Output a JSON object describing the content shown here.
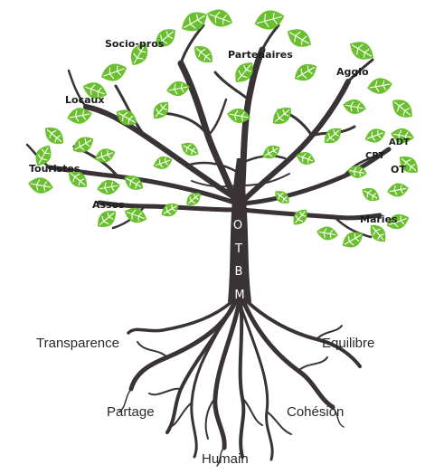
{
  "tree": {
    "trunk_letters": [
      "O",
      "T",
      "B",
      "M"
    ],
    "branches": [
      "Socio-pros",
      "Partenaires",
      "Agglo",
      "Locaux",
      "ADT",
      "CRT",
      "OT",
      "Touristes",
      "Assos",
      "Maries"
    ],
    "roots": [
      "Transparence",
      "Equilibre",
      "Partage",
      "Cohésion",
      "Humain"
    ]
  },
  "colors": {
    "leaf": "#6abf2e",
    "leaf_vein": "#ffffff",
    "wood": "#3a3336",
    "text": "#1b1b1b"
  }
}
